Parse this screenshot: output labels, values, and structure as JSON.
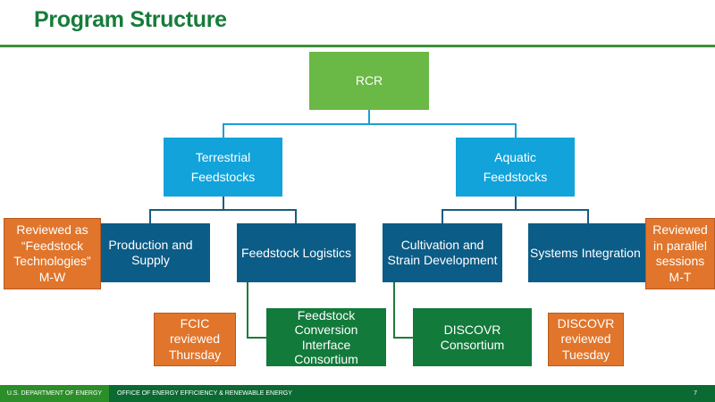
{
  "slide": {
    "title": "Program Structure",
    "page_number": "7"
  },
  "chart": {
    "root": {
      "label": "RCR"
    },
    "level2": [
      {
        "label": "Terrestrial Feedstocks"
      },
      {
        "label": "Aquatic Feedstocks"
      }
    ],
    "level3": [
      {
        "label": "Production and Supply"
      },
      {
        "label": "Feedstock Logistics"
      },
      {
        "label": "Cultivation and Strain Development"
      },
      {
        "label": "Systems Integration"
      }
    ],
    "level4": [
      {
        "label": "Feedstock Conversion Interface Consortium"
      },
      {
        "label": "DISCOVR Consortium"
      }
    ]
  },
  "notes": {
    "terrestrial": "Reviewed as “Feedstock Technologies” M-W",
    "aquatic": "Reviewed in parallel sessions M-T",
    "fcic": "FCIC reviewed Thursday",
    "discovr": "DISCOVR reviewed Tuesday"
  },
  "footer": {
    "department": "U.S. DEPARTMENT OF ENERGY",
    "office": "OFFICE OF ENERGY EFFICIENCY & RENEWABLE ENERGY"
  },
  "colors": {
    "title_green": "#167c3a",
    "root_green": "#6ab845",
    "level2_blue": "#11a3da",
    "level3_navy": "#0b5c86",
    "level4_green": "#127a3b",
    "note_orange": "#e0752b",
    "footer_green": "#0b6a32"
  }
}
